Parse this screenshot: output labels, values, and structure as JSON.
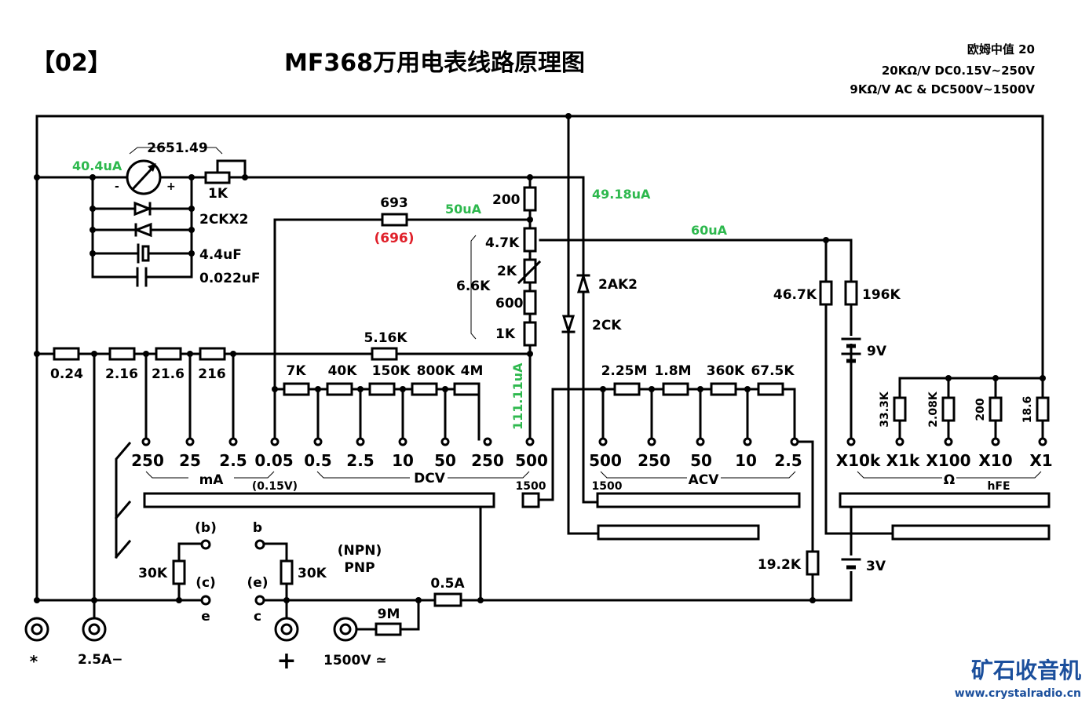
{
  "header": {
    "number": "【02】",
    "title": "MF368万用电表线路原理图",
    "spec_lines": [
      "欧姆中值 20",
      "20KΩ/V DC0.15V~250V",
      "9KΩ/V AC & DC500V~1500V"
    ]
  },
  "meter": {
    "resistance_label": "2651.49",
    "current_label": "40.4uA",
    "minus": "-",
    "plus": "+",
    "pot_label": "1K",
    "diode_label": "2CKX2",
    "cap1_label": "4.4uF",
    "cap2_label": "0.022uF"
  },
  "divider": {
    "r693_label": "693",
    "r693_alt": "(696)",
    "current_50": "50uA",
    "r200": "200",
    "r4_7k": "4.7K",
    "r2k": "2K",
    "r600": "600",
    "r1k": "1K",
    "group_label": "6.6K",
    "current_49": "49.18uA",
    "current_60": "60uA",
    "d_2ak2": "2AK2",
    "d_2ck": "2CK",
    "r5_16k": "5.16K",
    "current_111": "111.11uA"
  },
  "shunt": {
    "resistors": [
      "0.24",
      "2.16",
      "21.6",
      "216"
    ]
  },
  "dcv_resistors": [
    "7K",
    "40K",
    "150K",
    "800K",
    "4M"
  ],
  "acv_resistors": [
    "2.25M",
    "1.8M",
    "360K",
    "67.5K"
  ],
  "ohm": {
    "r46_7k": "46.7K",
    "r196k": "196K",
    "battery_9v": "9V",
    "resistors": [
      "33.3K",
      "2.08K",
      "200",
      "18.6"
    ],
    "battery_3v": "3V",
    "r19_2k": "19.2K"
  },
  "ranges": {
    "ma": [
      "250",
      "25",
      "2.5",
      "0.05"
    ],
    "dcv": [
      "0.5",
      "2.5",
      "10",
      "50",
      "250",
      "500"
    ],
    "acv": [
      "500",
      "250",
      "50",
      "10",
      "2.5"
    ],
    "ohm": [
      "X10k",
      "X1k",
      "X100",
      "X10",
      "X1"
    ],
    "ma_label": "mA",
    "ma_sub": "(0.15V)",
    "dcv_label": "DCV",
    "dcv_1500": "1500",
    "acv_label": "ACV",
    "acv_1500": "1500",
    "ohm_label": "Ω",
    "hfe_label": "hFE"
  },
  "transistor": {
    "b_npn": "(b)",
    "c_npn": "(c)",
    "e_left": "e",
    "b_pnp": "b",
    "e_npn": "(e)",
    "c_right": "c",
    "r_left": "30K",
    "r_right": "30K",
    "npn": "(NPN)",
    "pnp": "PNP",
    "fuse": "0.5A",
    "r9m": "9M"
  },
  "jacks": {
    "common": "*",
    "amp": "2.5A−",
    "plus": "+",
    "hv": "1500V ≃"
  },
  "brand": {
    "name": "矿石收音机",
    "url": "www.crystalradio.cn"
  }
}
